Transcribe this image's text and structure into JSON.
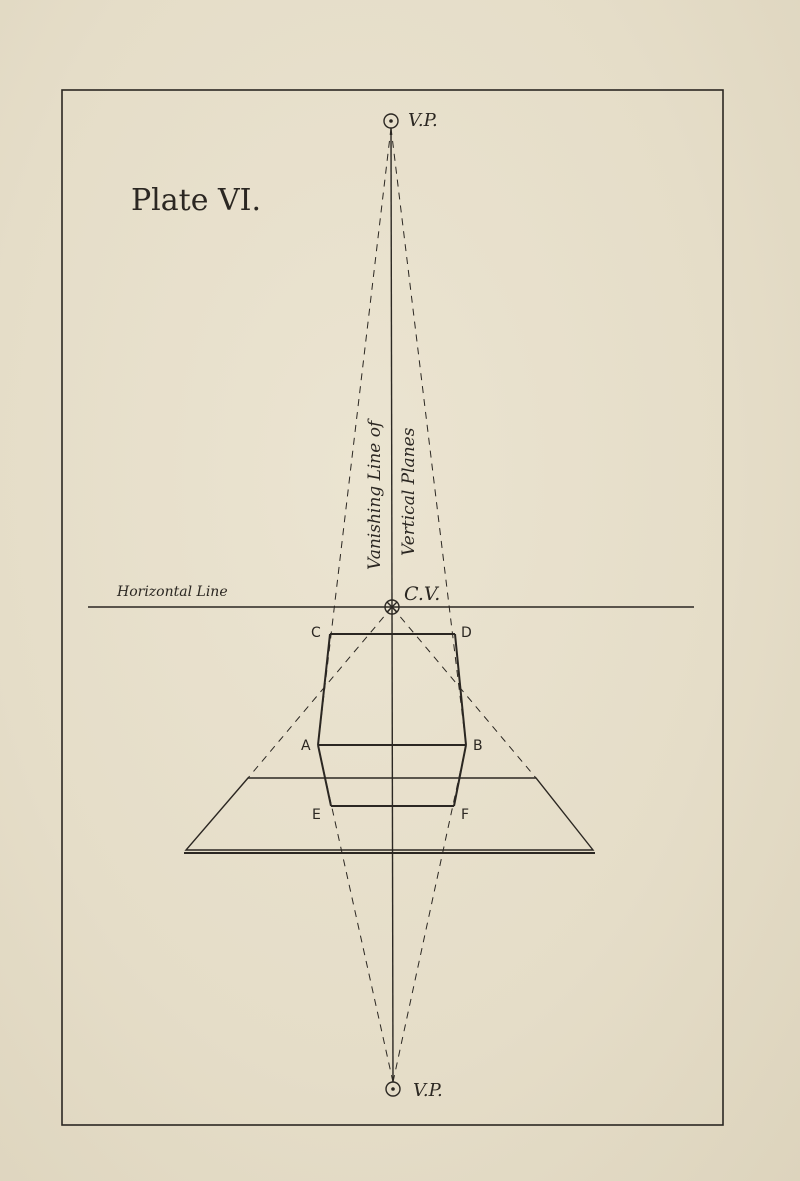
{
  "plate": {
    "title": "Plate VI.",
    "labels": {
      "vp_top": "V.P.",
      "vp_bottom": "V.P.",
      "cv": "C.V.",
      "horizontal_line": "Horizontal Line",
      "vanishing_line_1": "Vanishing Line of",
      "vanishing_line_2": "Vertical Planes"
    },
    "points": {
      "a": "A",
      "b": "B",
      "c": "C",
      "d": "D",
      "e": "E",
      "f": "F"
    }
  }
}
